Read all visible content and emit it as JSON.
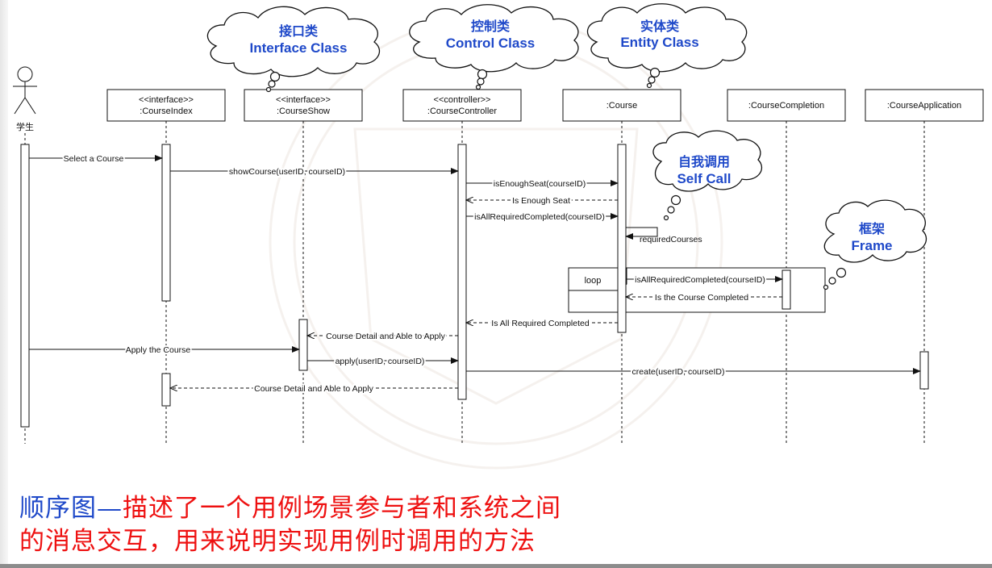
{
  "actor": {
    "label": "学生"
  },
  "lifelines": [
    {
      "id": "course-index",
      "stereotype": "<<interface>>",
      "name": ":CourseIndex"
    },
    {
      "id": "course-show",
      "stereotype": "<<interface>>",
      "name": ":CourseShow"
    },
    {
      "id": "course-controller",
      "stereotype": "<<controller>>",
      "name": ":CourseController"
    },
    {
      "id": "course",
      "stereotype": "",
      "name": ":Course"
    },
    {
      "id": "course-completion",
      "stereotype": "",
      "name": ":CourseCompletion"
    },
    {
      "id": "course-application",
      "stereotype": "",
      "name": ":CourseApplication"
    }
  ],
  "messages": [
    {
      "label": "Select a Course",
      "type": "sync"
    },
    {
      "label": "showCourse(userID, courseID)",
      "type": "sync"
    },
    {
      "label": "isEnoughSeat(courseID)",
      "type": "sync"
    },
    {
      "label": "Is Enough Seat",
      "type": "return"
    },
    {
      "label": "isAllRequiredCompleted(courseID)",
      "type": "sync"
    },
    {
      "label": "requiredCourses",
      "type": "self"
    },
    {
      "label": "isAllRequiredCompleted(courseID)",
      "type": "sync"
    },
    {
      "label": "Is the Course Completed",
      "type": "return"
    },
    {
      "label": "Is All Required Completed",
      "type": "return"
    },
    {
      "label": "Course Detail and Able to Apply",
      "type": "return"
    },
    {
      "label": "Apply the Course",
      "type": "sync"
    },
    {
      "label": "apply(userID, courseID)",
      "type": "sync"
    },
    {
      "label": "create(userID, courseID)",
      "type": "sync"
    },
    {
      "label": "Course Detail and Able to Apply",
      "type": "return"
    }
  ],
  "loop_frame": {
    "label": "loop"
  },
  "callouts": {
    "interface": {
      "cn": "接口类",
      "en": "Interface Class"
    },
    "control": {
      "cn": "控制类",
      "en": "Control Class"
    },
    "entity": {
      "cn": "实体类",
      "en": "Entity Class"
    },
    "self_call": {
      "cn": "自我调用",
      "en": "Self Call"
    },
    "frame": {
      "cn": "框架",
      "en": "Frame"
    }
  },
  "caption": {
    "line1_blue": "顺序图—",
    "line1_red": "描述了一个用例场景参与者和系统之间",
    "line2_red": "的消息交互，用来说明实现用例时调用的方法"
  },
  "colors": {
    "callout_text": "#1f49c9",
    "caption_blue": "#1f49c9",
    "caption_red": "#ee1111",
    "line": "#111111"
  }
}
